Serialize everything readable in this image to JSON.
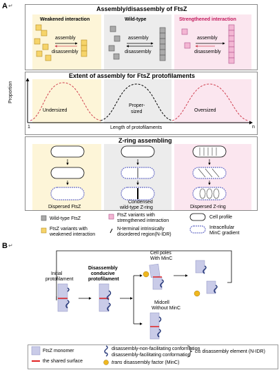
{
  "labels": {
    "panel_a": "A",
    "panel_b": "B",
    "return_mark": "↵"
  },
  "a1": {
    "title": "Assembly/disassembly of FtsZ",
    "weak": {
      "heading": "Weakened interaction",
      "assembly": "assembly",
      "disassembly": "disassembly"
    },
    "wild": {
      "heading": "Wild-type",
      "assembly": "assembly",
      "disassembly": "disassembly"
    },
    "strong": {
      "heading": "Strengthened interaction",
      "assembly": "assembly",
      "disassembly": "disassembly"
    }
  },
  "a2": {
    "title": "Extent of assembly for FtsZ protofilaments",
    "ylabel": "Proportion",
    "xlabel": "Length of protofilaments",
    "x_start": "1",
    "x_end": "n",
    "undersized": "Undersized",
    "proper": "Proper-\nsized",
    "proper_l1": "Proper-",
    "proper_l2": "sized",
    "oversized": "Oversized"
  },
  "a3": {
    "title": "Z-ring assembling",
    "label_weak": "Dispersed FtsZ",
    "label_wild_l1": "Condensed",
    "label_wild_l2": "wild-type Z-ring",
    "label_strong": "Dispersed Z-ring"
  },
  "legend_a": {
    "wt": "Wild-type FtsZ",
    "strong_l1": "FtsZ variants with",
    "strong_l2": "strengthened interaction",
    "cell": "Cell profile",
    "weak_l1": "FtsZ variants with",
    "weak_l2": "weakened interaction",
    "nidr_l1": "N-terminal intrinsically",
    "nidr_l2": "disordered region(N-IDR)",
    "minc_l1": "Intracellular",
    "minc_l2": "MinC gradient"
  },
  "b": {
    "initial_l1": "Initial",
    "initial_l2": "protofilament",
    "conducive_l1": "Disassembly",
    "conducive_l2": "conducive",
    "conducive_l3": "protofilament",
    "poles_l1": "Cell poles",
    "poles_l2": "With MinC",
    "midcell_l1": "Midcell",
    "midcell_l2": "Without MinC"
  },
  "legend_b": {
    "monomer": "FtsZ monomer",
    "shared": "the shared surface",
    "nonfac": "disassembly-non-facilitating conformation",
    "fac": "disassembly-facilitating conformation",
    "cis": "cis disassembly element (N-IDR)",
    "cis_italic": "cis",
    "cis_rest": " disassembly element (N-IDR)",
    "trans_italic": "trans",
    "trans_rest": " disassembly factor (MinC)"
  },
  "colors": {
    "yellow": "#fdf5d8",
    "gray": "#ececec",
    "pink": "#fbe6ef",
    "curve": "#d04050",
    "lilac": "#c9cbe8",
    "navy": "#233577",
    "red": "#e02020",
    "gold": "#f0b820"
  }
}
